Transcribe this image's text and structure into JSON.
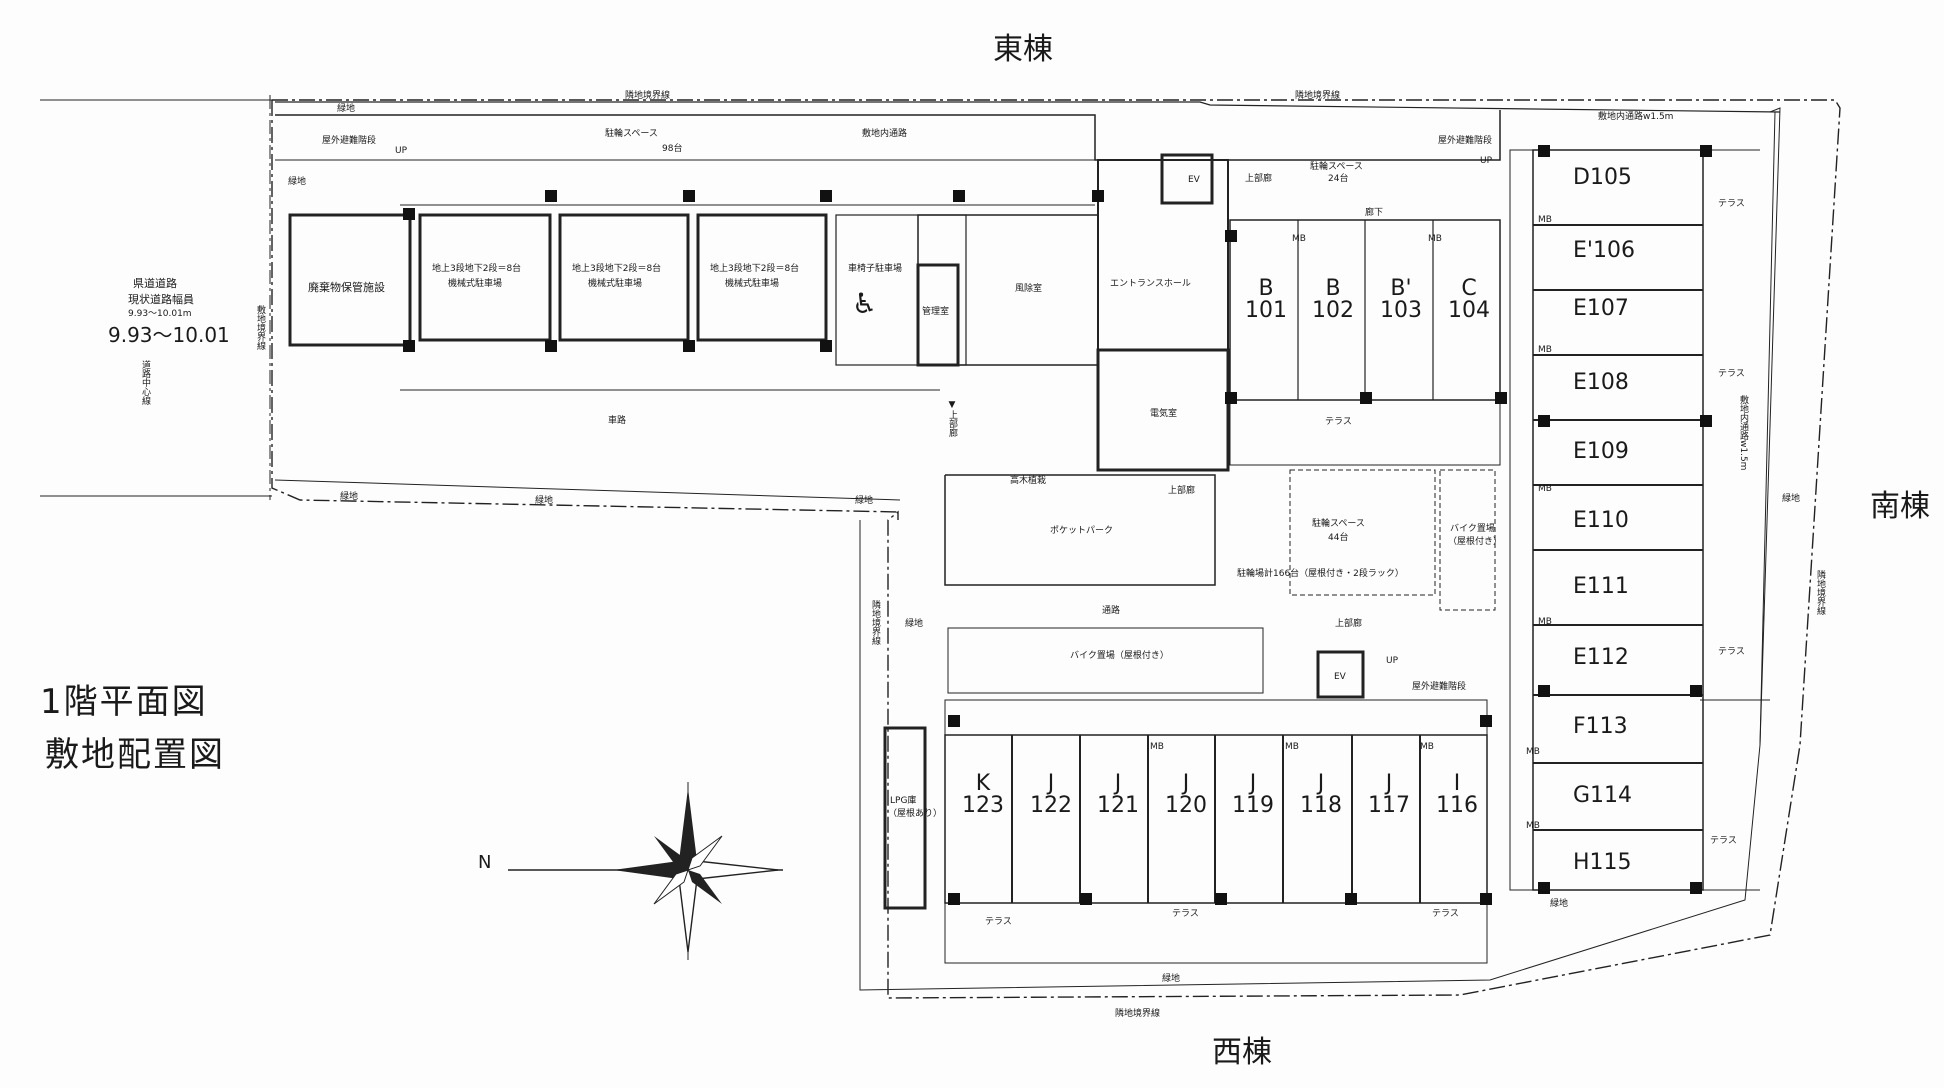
{
  "compass_labels": {
    "east": "東棟",
    "south": "南棟",
    "west": "西棟"
  },
  "title": {
    "line1": "1階平面図",
    "line2": "敷地配置図"
  },
  "north_label": "N",
  "road": {
    "name": "県道道路",
    "note": "現状道路幅員",
    "width_small": "9.93～10.01m",
    "width": "9.93～10.01",
    "center_line": "道路中心線"
  },
  "notes": {
    "boundary_top": "隣地境界線",
    "boundary_top2": "隣地境界線",
    "boundary_bottom": "隣地境界線",
    "boundary_right": "隣地境界線",
    "boundary_left_road": "敷地境界線",
    "boundary_left_lower": "隣地境界線",
    "inner_road_top": "敷地内通路w1.5m",
    "inner_road_right": "敷地内通路w1.5m",
    "parking_space": "駐輪スペース",
    "parking_count": "98台",
    "inner_road": "敷地内通路",
    "evac_top_left": "屋外避難階段",
    "evac_top_right": "屋外避難階段",
    "evac_bottom": "屋外避難階段",
    "up": "UP",
    "green": "緑地",
    "car_road": "車路",
    "ev": "EV",
    "corridor_top": "上部廊",
    "bike_24": "駐輪スペース",
    "bike_24_count": "24台",
    "corridor": "廊下",
    "entrance": "エントランスホール",
    "waste": "廃棄物保管施設",
    "mech1": "地上3段地下2段＝8台",
    "mech1b": "機械式駐車場",
    "mech2": "地上3段地下2段＝8台",
    "mech2b": "機械式駐車場",
    "mech3": "地上3段地下2段＝8台",
    "mech3b": "機械式駐車場",
    "accessible": "車椅子駐車場",
    "office": "管理室",
    "lobby": "風除室",
    "storage": "電気室",
    "terrace": "テラス",
    "mb": "MB",
    "pocket": "ポケットパーク",
    "tree_planting": "高木植栽",
    "corridor_above": "上部廊",
    "corridor_above2": "上部廊",
    "bike_44": "駐輪スペース",
    "bike_44_count": "44台",
    "bike_total": "駐輪場計166台（屋根付き・2段ラック）",
    "bike_roof": "バイク置場",
    "bike_roof2": "（屋根付き）",
    "bike_yard": "バイク置場（屋根付き）",
    "walkway": "通路",
    "lpg": "LPG庫",
    "lpg2": "（屋根あり）",
    "car_up": "▼上部廊"
  },
  "units": {
    "top_row": [
      {
        "letter": "B",
        "number": "101"
      },
      {
        "letter": "B",
        "number": "102"
      },
      {
        "letter": "B'",
        "number": "103"
      },
      {
        "letter": "C",
        "number": "104"
      }
    ],
    "right_column": [
      "D105",
      "E'106",
      "E107",
      "E108",
      "E109",
      "E110",
      "E111",
      "E112",
      "F113",
      "G114",
      "H115"
    ],
    "bottom_row": [
      {
        "letter": "K",
        "number": "123"
      },
      {
        "letter": "J",
        "number": "122"
      },
      {
        "letter": "J",
        "number": "121"
      },
      {
        "letter": "J",
        "number": "120"
      },
      {
        "letter": "J",
        "number": "119"
      },
      {
        "letter": "J",
        "number": "118"
      },
      {
        "letter": "J",
        "number": "117"
      },
      {
        "letter": "I",
        "number": "116"
      }
    ]
  }
}
